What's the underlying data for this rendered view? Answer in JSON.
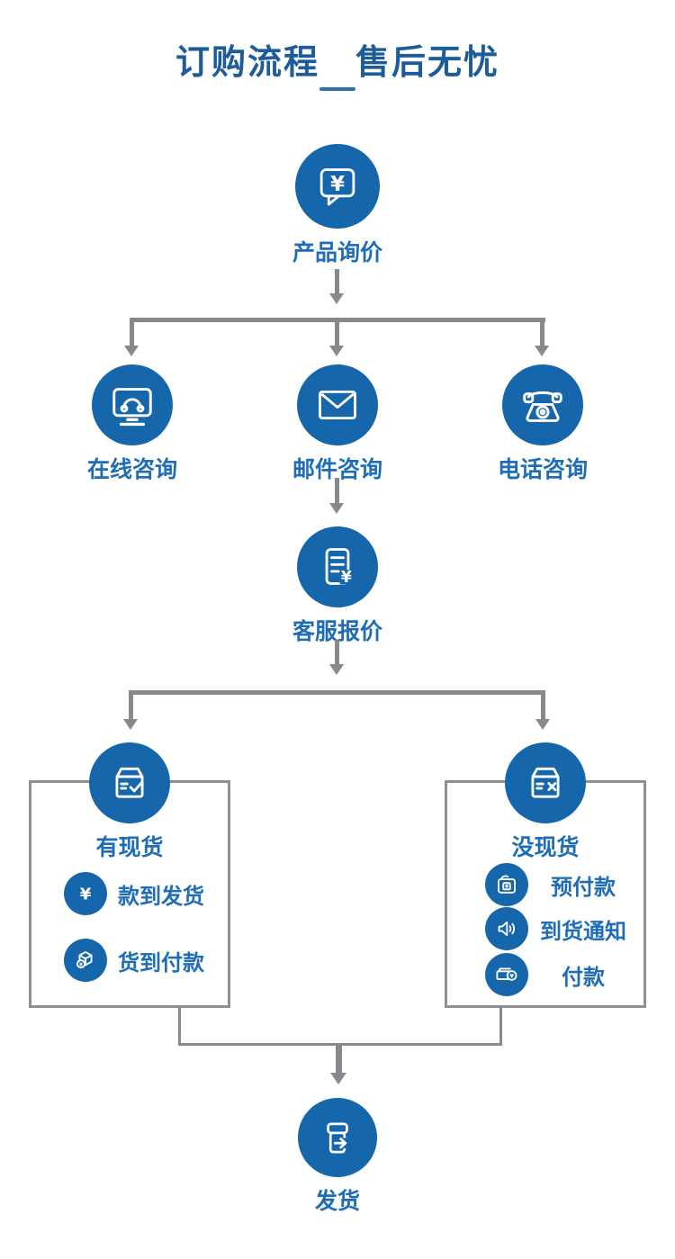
{
  "header": {
    "title": "订购流程　售后无忧"
  },
  "colors": {
    "circle_blue": "#1566ab",
    "label_blue": "#1f6db6",
    "title_blue": "#1d5c99",
    "connector_gray": "#87898c",
    "box_border_gray": "#8d8f92"
  },
  "nodes": {
    "product_inquiry": {
      "label": "产品询价",
      "icon": "speech-bubble-yen-icon"
    },
    "online_consult": {
      "label": "在线咨询",
      "icon": "monitor-headset-icon"
    },
    "email_consult": {
      "label": "邮件咨询",
      "icon": "envelope-icon"
    },
    "phone_consult": {
      "label": "电话咨询",
      "icon": "telephone-icon"
    },
    "service_quote": {
      "label": "客服报价",
      "icon": "quote-document-yen-icon"
    },
    "in_stock": {
      "label": "有现货",
      "icon": "box-check-icon"
    },
    "out_of_stock": {
      "label": "没现货",
      "icon": "box-x-icon"
    },
    "ship": {
      "label": "发货",
      "icon": "box-arrow-icon"
    }
  },
  "in_stock_options": [
    {
      "label": "款到发货",
      "icon": "yen-icon"
    },
    {
      "label": "货到付款",
      "icon": "package-coin-icon"
    }
  ],
  "out_of_stock_steps": [
    {
      "label": "预付款",
      "icon": "wallet-yen-icon"
    },
    {
      "label": "到货通知",
      "icon": "speaker-icon"
    },
    {
      "label": "付款",
      "icon": "money-yen-icon"
    }
  ]
}
